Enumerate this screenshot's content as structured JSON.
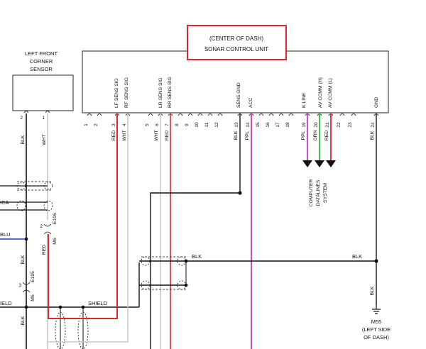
{
  "highlight_color": "#e0262b",
  "wire_colors": {
    "RED": "#e0262b",
    "PPL": "#c020c8",
    "GRN": "#2cbf2c",
    "WHT": "#c8c8c8",
    "BLK": "#111111",
    "BLU": "#1d3fd0"
  },
  "ecu": {
    "title_line1": "(CENTER OF DASH)",
    "title_line2": "SONAR CONTROL UNIT",
    "pins": [
      "1",
      "2",
      "3",
      "4",
      "5",
      "6",
      "7",
      "8",
      "9",
      "10",
      "11",
      "12",
      "13",
      "14",
      "15",
      "16",
      "17",
      "18",
      "19",
      "20",
      "21",
      "22",
      "23",
      "24"
    ],
    "signal_labels": {
      "p3": "LF SENS SIG",
      "p4": "RF SENS SIG",
      "p5": "LR SENS SIG",
      "p6": "RR SENS SIG",
      "p12": "SENS GND",
      "p13": "ACC",
      "p18": "K LINE",
      "p19": "AV CCMM (H)",
      "p20": "AV CCMM (L)",
      "p24": "GND"
    },
    "wire_labels": {
      "p3": "RED",
      "p4": "WHT",
      "p5": "WHT",
      "p6": "RED",
      "p12": "BLK",
      "p13": "PPL",
      "p18": "PPL",
      "p19": "GRN",
      "p20": "RED",
      "p24": "BLK"
    }
  },
  "sensor": {
    "title_line1": "LEFT FRONT",
    "title_line2": "CORNER",
    "title_line3": "SENSOR",
    "pin2": "2",
    "pin1": "1",
    "wire_left": "BLK",
    "wire_right": "WHT"
  },
  "left_side": {
    "ica": "ICA",
    "blu": "BLU",
    "connector_2": "2",
    "connector_m6": "M6",
    "connector_e106": "E106",
    "red": "RED",
    "blk_a": "BLK",
    "e105": "E105",
    "pin_3": "3",
    "m6b": "M6",
    "shield_left": "IELD",
    "blk_b": "BLK"
  },
  "bottom": {
    "shield": "SHIELD",
    "blk_mid": "BLK",
    "blk_right": "BLK",
    "blk_ground": "BLK"
  },
  "comp_dataline": {
    "line1": "COMPUTER",
    "line2": "DATALINES",
    "line3": "SYSTEM"
  },
  "ground": {
    "code": "M55",
    "line1": "(LEFT SIDE",
    "line2": "OF DASH)"
  }
}
